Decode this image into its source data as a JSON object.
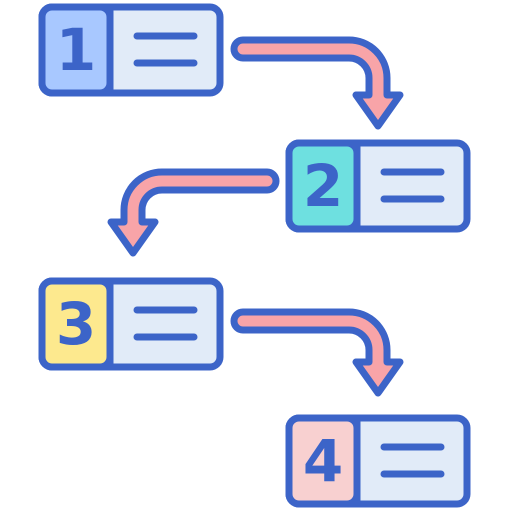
{
  "colors": {
    "outline": "#3c64c8",
    "card_body": "#e1ebf8",
    "arrow_fill": "#f8a4a8"
  },
  "steps": [
    {
      "number": "1",
      "color": "#a8c8ff",
      "icon": "lines-icon"
    },
    {
      "number": "2",
      "color": "#6ee0e0",
      "icon": "lines-icon"
    },
    {
      "number": "3",
      "color": "#fde98e",
      "icon": "lines-icon"
    },
    {
      "number": "4",
      "color": "#f8d0d0",
      "icon": "lines-icon"
    }
  ],
  "arrows": [
    {
      "from": "1",
      "to": "2",
      "icon": "curved-arrow-icon"
    },
    {
      "from": "2",
      "to": "3",
      "icon": "curved-arrow-icon"
    },
    {
      "from": "3",
      "to": "4",
      "icon": "curved-arrow-icon"
    }
  ]
}
